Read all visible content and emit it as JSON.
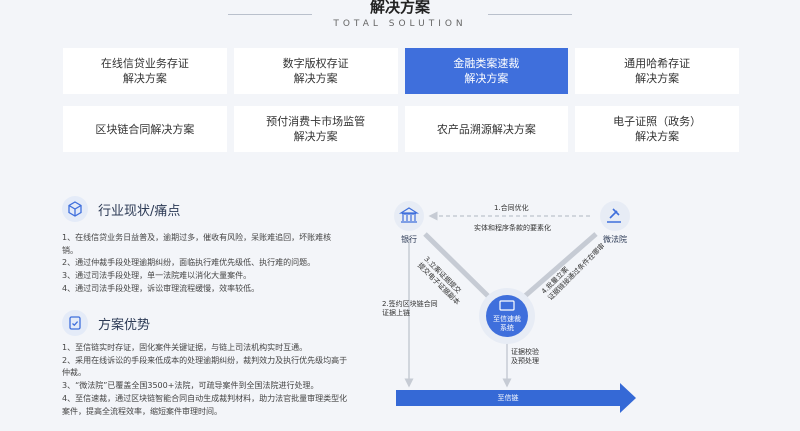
{
  "header": {
    "title": "解决方案",
    "subtitle": "TOTAL SOLUTION"
  },
  "cards": [
    {
      "label": "在线信贷业务存证\n解决方案",
      "active": false
    },
    {
      "label": "数字版权存证\n解决方案",
      "active": false
    },
    {
      "label": "金融类案速裁\n解决方案",
      "active": true
    },
    {
      "label": "通用哈希存证\n解决方案",
      "active": false
    },
    {
      "label": "区块链合同解决方案",
      "active": false
    },
    {
      "label": "预付消费卡市场监管\n解决方案",
      "active": false
    },
    {
      "label": "农产品溯源解决方案",
      "active": false
    },
    {
      "label": "电子证照（政务）\n解决方案",
      "active": false
    }
  ],
  "industry": {
    "title": "行业现状/痛点",
    "icon": "cube-icon",
    "items": [
      "1、在线信贷业务日益普及，逾期过多，催收有风险，呆账难追回，坏账难核",
      "销。",
      "2、通过仲裁手段处理逾期纠纷，面临执行难优先级低、执行难的问题。",
      "3、通过司法手段处理，单一法院难以消化大量案件。",
      "4、通过司法手段处理，诉讼审理流程缓慢，效率较低。"
    ]
  },
  "advantage": {
    "title": "方案优势",
    "icon": "document-check-icon",
    "items": [
      "1、至信链实时存证，固化案件关键证据，与链上司法机构实时互通。",
      "2、采用在线诉讼的手段来低成本的处理逾期纠纷，裁判效力及执行优先级均高于",
      "仲裁。",
      "3、“微法院”已覆盖全国3500+法院，可疏导案件到全国法院进行处理。",
      "4、至信速裁，通过区块链智能合同自动生成裁判材料，助力法官批量审理类型化",
      "案件，提高全流程效率，缩短案件审理时间。"
    ]
  },
  "diagram": {
    "bank_label": "银行",
    "court_label": "微法院",
    "center_label": "至信速裁\n系统",
    "chain_label": "至信链",
    "top_arrow_label": "1.合同优化",
    "top_arrow_sub": "实体和程序条款的要素化",
    "left_down_label": "2.签约区块链合同\n证据上链",
    "diag_left_label": "3.立案证据提交\n提交电子证据副本",
    "diag_right_label": "4.批量立案\n证据链接通过条件在哪审",
    "center_down_label": "证据校验\n及预处理",
    "colors": {
      "accent": "#3f6fdc",
      "chain": "#3569d6",
      "arrow_gray": "#c6cbd4",
      "node_gray": "#d9dee7"
    }
  }
}
